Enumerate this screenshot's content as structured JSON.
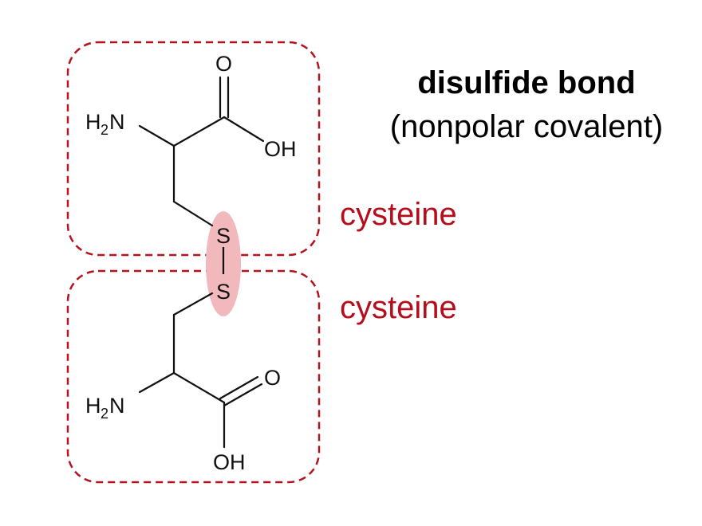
{
  "title": "disulfide bond",
  "subtitle": "(nonpolar covalent)",
  "labels": {
    "top": "cysteine",
    "bottom": "cysteine"
  },
  "atoms": {
    "top_O": "O",
    "top_OH": "OH",
    "top_H": "H",
    "top_2": "2",
    "top_N": "N",
    "S1": "S",
    "S2": "S",
    "bottom_O": "O",
    "bottom_OH": "OH",
    "bottom_H": "H",
    "bottom_2": "2",
    "bottom_N": "N"
  },
  "colors": {
    "label": "#b50d1b",
    "box_border": "#b3131f",
    "highlight": "#f2b9bd",
    "bonds": "#111111"
  }
}
